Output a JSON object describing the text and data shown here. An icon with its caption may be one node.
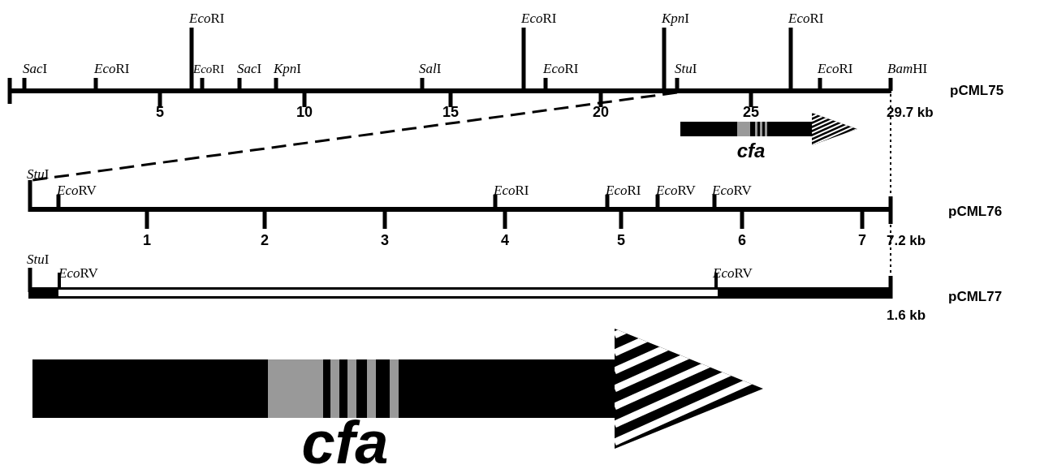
{
  "diagram": {
    "labels": [
      "EcoRI",
      "SacI",
      "EcoRI",
      "EcoRI",
      "SacI",
      "KpnI",
      "SalI",
      "EcoRI",
      "EcoRI",
      "KpnI",
      "StuI",
      "EcoRI",
      "EcoRI",
      "BamHI",
      "pCML75",
      "5",
      "10",
      "15",
      "20",
      "25",
      "29.7 kb",
      "cfa",
      "StuI",
      "EcoRV",
      "EcoRI",
      "EcoRI",
      "EcoRV",
      "EcoRV",
      "pCML76",
      "1",
      "2",
      "3",
      "4",
      "5",
      "6",
      "7",
      "7.2 kb",
      "StuI",
      "EcoRV",
      "EcoRV",
      "pCML77",
      "1.6 kb",
      "cfa"
    ]
  }
}
